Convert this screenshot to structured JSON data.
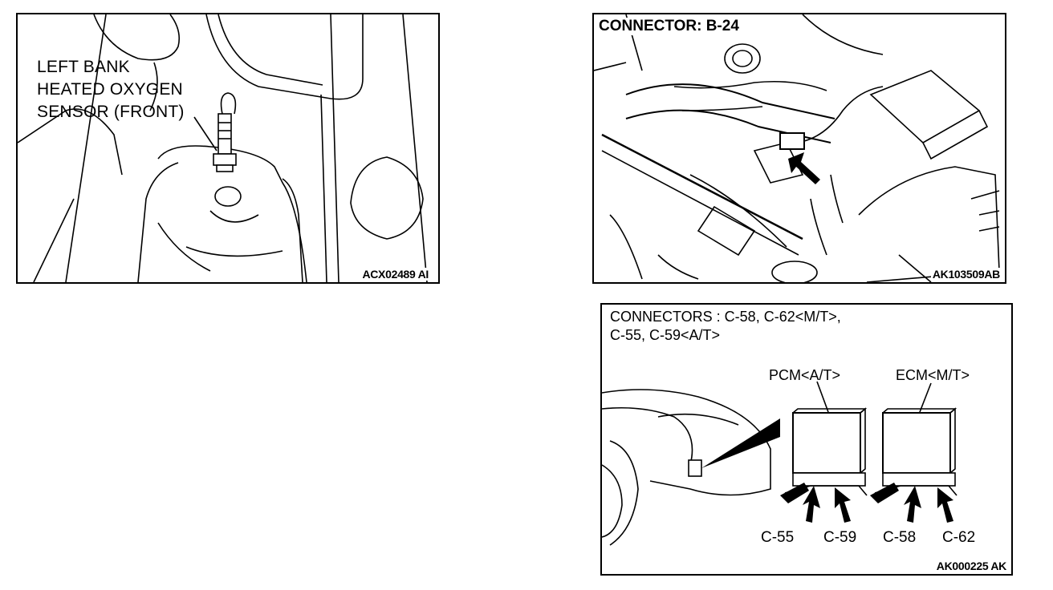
{
  "panel_left_bank": {
    "label_lines": [
      "LEFT BANK",
      "HEATED OXYGEN",
      "SENSOR (FRONT)"
    ],
    "code": "ACX02489 AI"
  },
  "panel_b24": {
    "title": "CONNECTOR: B-24",
    "code": "AK103509AB"
  },
  "panel_c_connectors": {
    "title_lines": [
      "CONNECTORS : C-58, C-62<M/T>,",
      "C-55, C-59<A/T>"
    ],
    "pcm_label": "PCM<A/T>",
    "ecm_label": "ECM<M/T>",
    "pin_labels": [
      "C-55",
      "C-59",
      "C-58",
      "C-62"
    ],
    "code": "AK000225 AK"
  }
}
